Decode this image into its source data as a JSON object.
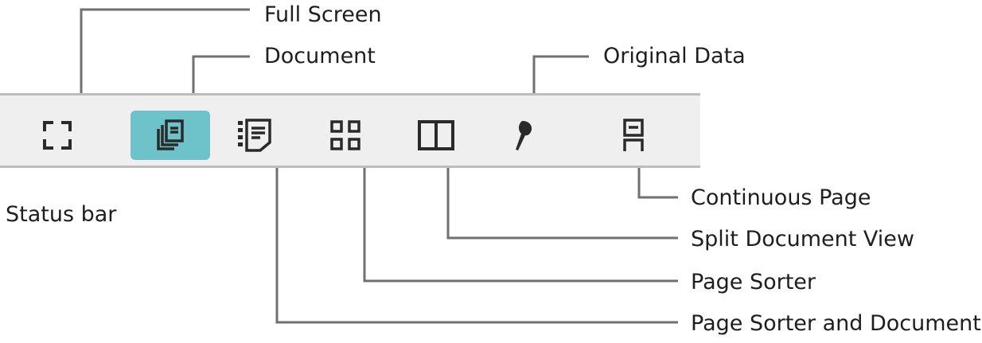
{
  "callouts": {
    "full_screen": "Full Screen",
    "document": "Document",
    "original_data": "Original Data",
    "continuous_page": "Continuous Page",
    "split_document_view": "Split Document View",
    "page_sorter": "Page Sorter",
    "page_sorter_and_document": "Page Sorter and Document"
  },
  "status_bar_label": "Status bar",
  "buttons": [
    {
      "name": "full-screen-button",
      "icon": "fullscreen-icon",
      "active": false
    },
    {
      "name": "document-button",
      "icon": "document-stack-icon",
      "active": true
    },
    {
      "name": "page-sorter-and-document-button",
      "icon": "page-sorter-document-icon",
      "active": false
    },
    {
      "name": "page-sorter-button",
      "icon": "grid-icon",
      "active": false
    },
    {
      "name": "split-document-view-button",
      "icon": "split-view-icon",
      "active": false
    },
    {
      "name": "original-data-button",
      "icon": "pin-icon",
      "active": false
    },
    {
      "name": "continuous-page-button",
      "icon": "continuous-page-icon",
      "active": false
    }
  ],
  "colors": {
    "accent": "#6ec3cb",
    "icon": "#2a2a2a",
    "leader": "#707070",
    "bar": "#efefef",
    "bar_border": "#bcbcbc"
  }
}
